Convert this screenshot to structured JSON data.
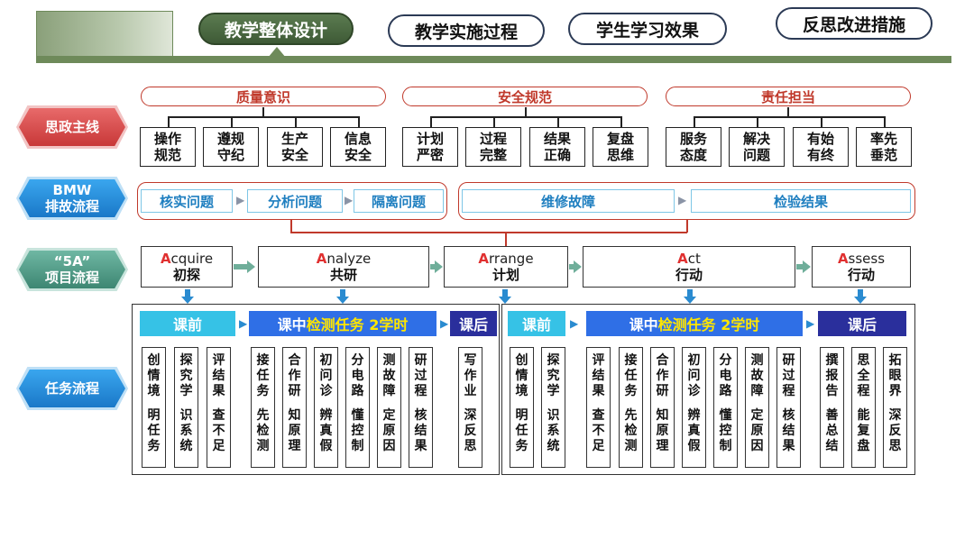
{
  "header": {
    "tabs": [
      {
        "label": "教学整体设计",
        "active": true
      },
      {
        "label": "教学实施过程",
        "active": false
      },
      {
        "label": "学生学习效果",
        "active": false
      },
      {
        "label": "反思改进措施",
        "active": false
      }
    ]
  },
  "labels": {
    "row1": "思政主线",
    "row2": "BMW\n排故流程",
    "row3": "“5A”\n项目流程",
    "row4": "任务流程"
  },
  "ideology": {
    "categories": [
      "质量意识",
      "安全规范",
      "责任担当"
    ],
    "items": [
      "操作\n规范",
      "遵规\n守纪",
      "生产\n安全",
      "信息\n安全",
      "计划\n严密",
      "过程\n完整",
      "结果\n正确",
      "复盘\n思维",
      "服务\n态度",
      "解决\n问题",
      "有始\n有终",
      "率先\n垂范"
    ]
  },
  "bmw": {
    "steps": [
      "核实问题",
      "分析问题",
      "隔离问题",
      "维修故障",
      "检验结果"
    ]
  },
  "five_a": {
    "steps": [
      {
        "first": "A",
        "rest": "cquire",
        "zh": "初探"
      },
      {
        "first": "A",
        "rest": "nalyze",
        "zh": "共研"
      },
      {
        "first": "A",
        "rest": "rrange",
        "zh": "计划"
      },
      {
        "first": "A",
        "rest": "ct",
        "zh": "行动"
      },
      {
        "first": "A",
        "rest": "ssess",
        "zh": "行动"
      }
    ]
  },
  "tasks": {
    "phases": {
      "pre": "课前",
      "mid_a": "课中",
      "mid_b": "检测任务 2学时",
      "post": "课后"
    },
    "left": [
      {
        "a": "创情境",
        "b": "明任务"
      },
      {
        "a": "探究学",
        "b": "识系统"
      },
      {
        "a": "评结果",
        "b": "查不足"
      },
      {
        "a": "接任务",
        "b": "先检测"
      },
      {
        "a": "合作研",
        "b": "知原理"
      },
      {
        "a": "初问诊",
        "b": "辨真假"
      },
      {
        "a": "分电路",
        "b": "懂控制"
      },
      {
        "a": "测故障",
        "b": "定原因"
      },
      {
        "a": "研过程",
        "b": "核结果"
      },
      {
        "a": "写作业",
        "b": "深反思"
      }
    ],
    "right": [
      {
        "a": "创情境",
        "b": "明任务"
      },
      {
        "a": "探究学",
        "b": "识系统"
      },
      {
        "a": "评结果",
        "b": "查不足"
      },
      {
        "a": "接任务",
        "b": "先检测"
      },
      {
        "a": "合作研",
        "b": "知原理"
      },
      {
        "a": "初问诊",
        "b": "辨真假"
      },
      {
        "a": "分电路",
        "b": "懂控制"
      },
      {
        "a": "测故障",
        "b": "定原因"
      },
      {
        "a": "研过程",
        "b": "核结果"
      },
      {
        "a": "撰报告",
        "b": "善总结"
      },
      {
        "a": "思全程",
        "b": "能复盘"
      },
      {
        "a": "拓眼界",
        "b": "深反思"
      }
    ]
  },
  "colors": {
    "accent_green": "#6e8a5a",
    "ideology_red": "#c0392b",
    "label_red": "#d84a4a",
    "label_blue": "#1f8fe0",
    "label_teal": "#4f9a88",
    "phase_pre": "#36c2e6",
    "phase_mid": "#2f6fe6",
    "phase_post": "#2a2f9c"
  }
}
